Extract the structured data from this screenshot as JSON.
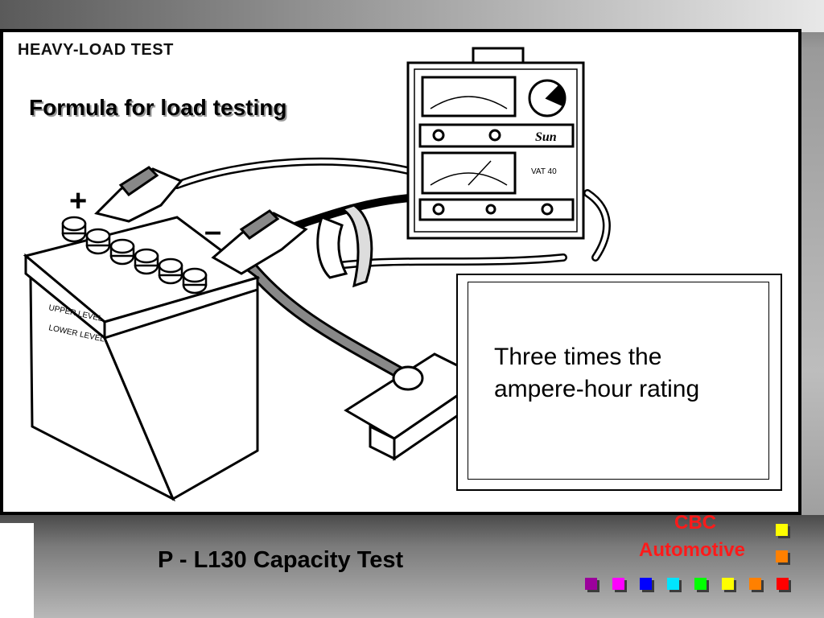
{
  "figure": {
    "caption": "HEAVY-LOAD TEST",
    "battery_labels": [
      "UPPER LEVEL",
      "LOWER LEVEL"
    ],
    "plus_sign": "+",
    "minus_sign": "–",
    "tester_model": "VAT 40",
    "tester_brand": "Sun"
  },
  "slide": {
    "heading": "Formula for load testing",
    "answer": "Three times  the\nampere-hour rating",
    "footer_title": "P - L130  Capacity Test",
    "brand_line1": "CBC",
    "brand_line2": "Automotive"
  },
  "colors": {
    "brand": "#ff1a1a",
    "squares": [
      "#9b009b",
      "#ff00ff",
      "#0000ff",
      "#00e5ff",
      "#00ff00",
      "#ffff00",
      "#ff8000",
      "#ff0000"
    ],
    "side_squares": [
      "#ffff00",
      "#ff8000"
    ]
  }
}
